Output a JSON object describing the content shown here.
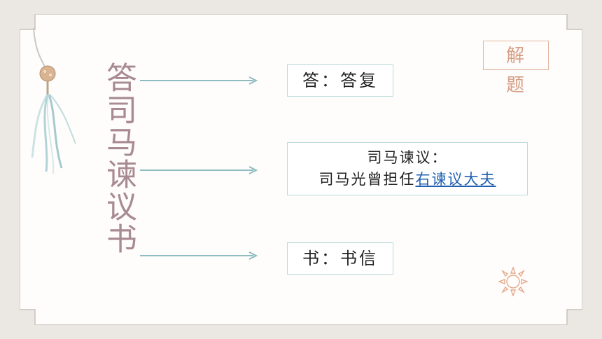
{
  "vertical_title": "答司马谏议书",
  "badge": {
    "label": "解 题"
  },
  "boxes": {
    "box1": {
      "text": "答：答复"
    },
    "box2": {
      "line1": "司马谏议：",
      "line2_prefix": "司马光曾担任",
      "line2_link": "右谏议大夫"
    },
    "box3": {
      "text": "书：书信"
    }
  },
  "colors": {
    "title": "#a88a92",
    "arrow": "#8fbcc0",
    "box_border": "#bcd9da",
    "badge": "#d69f87",
    "link": "#1f5fb0",
    "background": "#ebe7e2",
    "slide": "#fffdfb"
  },
  "icons": [
    "tassel-decoration",
    "sun-icon"
  ]
}
